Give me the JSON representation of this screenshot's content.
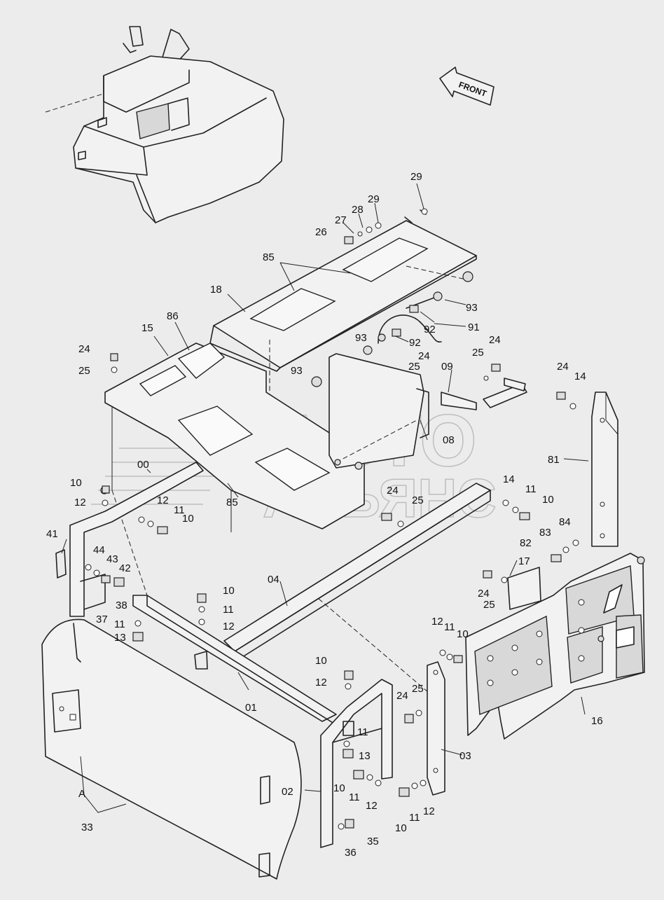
{
  "diagram": {
    "front_arrow_label": "FRONT",
    "watermark": [
      "АВТО",
      "АЛЬЯНС"
    ],
    "callouts": [
      {
        "id": "c29a",
        "text": "29"
      },
      {
        "id": "c29b",
        "text": "29"
      },
      {
        "id": "c28",
        "text": "28"
      },
      {
        "id": "c27",
        "text": "27"
      },
      {
        "id": "c26",
        "text": "26"
      },
      {
        "id": "c85a",
        "text": "85"
      },
      {
        "id": "c18",
        "text": "18"
      },
      {
        "id": "c93a",
        "text": "93"
      },
      {
        "id": "c92a",
        "text": "92"
      },
      {
        "id": "c91",
        "text": "91"
      },
      {
        "id": "c93b",
        "text": "93"
      },
      {
        "id": "c92b",
        "text": "92"
      },
      {
        "id": "c24a",
        "text": "24"
      },
      {
        "id": "c25a",
        "text": "25"
      },
      {
        "id": "c93c",
        "text": "93"
      },
      {
        "id": "c86",
        "text": "86"
      },
      {
        "id": "c15",
        "text": "15"
      },
      {
        "id": "c24b",
        "text": "24"
      },
      {
        "id": "c25b",
        "text": "25"
      },
      {
        "id": "c09",
        "text": "09"
      },
      {
        "id": "c25c",
        "text": "25"
      },
      {
        "id": "c24c",
        "text": "24"
      },
      {
        "id": "c24d",
        "text": "24"
      },
      {
        "id": "c14a",
        "text": "14"
      },
      {
        "id": "c08",
        "text": "08"
      },
      {
        "id": "c81",
        "text": "81"
      },
      {
        "id": "c00",
        "text": "00"
      },
      {
        "id": "c10a",
        "text": "10"
      },
      {
        "id": "c12a",
        "text": "12"
      },
      {
        "id": "c12b",
        "text": "12"
      },
      {
        "id": "c11a",
        "text": "11"
      },
      {
        "id": "c10b",
        "text": "10"
      },
      {
        "id": "c85b",
        "text": "85"
      },
      {
        "id": "c24e",
        "text": "24"
      },
      {
        "id": "c25d",
        "text": "25"
      },
      {
        "id": "c14b",
        "text": "14"
      },
      {
        "id": "c11b",
        "text": "11"
      },
      {
        "id": "c10c",
        "text": "10"
      },
      {
        "id": "c84",
        "text": "84"
      },
      {
        "id": "c83",
        "text": "83"
      },
      {
        "id": "c82",
        "text": "82"
      },
      {
        "id": "c41",
        "text": "41"
      },
      {
        "id": "c44",
        "text": "44"
      },
      {
        "id": "c43",
        "text": "43"
      },
      {
        "id": "c42",
        "text": "42"
      },
      {
        "id": "c38",
        "text": "38"
      },
      {
        "id": "c37",
        "text": "37"
      },
      {
        "id": "c04",
        "text": "04"
      },
      {
        "id": "c17",
        "text": "17"
      },
      {
        "id": "c24f",
        "text": "24"
      },
      {
        "id": "c25e",
        "text": "25"
      },
      {
        "id": "c10d",
        "text": "10"
      },
      {
        "id": "c11c",
        "text": "11"
      },
      {
        "id": "c12c",
        "text": "12"
      },
      {
        "id": "c11d",
        "text": "11"
      },
      {
        "id": "c13a",
        "text": "13"
      },
      {
        "id": "c12d",
        "text": "12"
      },
      {
        "id": "c11e",
        "text": "11"
      },
      {
        "id": "c10e",
        "text": "10"
      },
      {
        "id": "c16",
        "text": "16"
      },
      {
        "id": "c10f",
        "text": "10"
      },
      {
        "id": "c12e",
        "text": "12"
      },
      {
        "id": "c01",
        "text": "01"
      },
      {
        "id": "c24g",
        "text": "24"
      },
      {
        "id": "c25f",
        "text": "25"
      },
      {
        "id": "c11f",
        "text": "11"
      },
      {
        "id": "c13b",
        "text": "13"
      },
      {
        "id": "c03",
        "text": "03"
      },
      {
        "id": "c02",
        "text": "02"
      },
      {
        "id": "c10g",
        "text": "10"
      },
      {
        "id": "c11g",
        "text": "11"
      },
      {
        "id": "c12f",
        "text": "12"
      },
      {
        "id": "c10h",
        "text": "10"
      },
      {
        "id": "c11h",
        "text": "11"
      },
      {
        "id": "c12g",
        "text": "12"
      },
      {
        "id": "cA",
        "text": "A"
      },
      {
        "id": "c33",
        "text": "33"
      },
      {
        "id": "c36",
        "text": "36"
      },
      {
        "id": "c35",
        "text": "35"
      }
    ]
  }
}
